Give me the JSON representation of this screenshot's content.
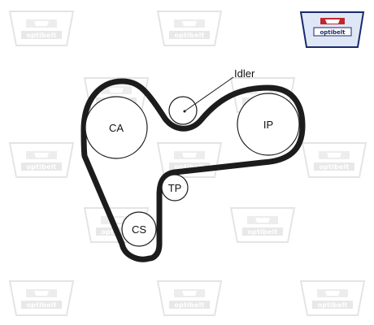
{
  "brand": {
    "name": "optibelt",
    "colors": {
      "logo_bg": "#dfe7f6",
      "logo_border": "#1a2a6c",
      "logo_accent": "#c0282e"
    }
  },
  "watermark": {
    "text": "optibelt",
    "color": "#e2e2e2"
  },
  "diagram": {
    "belt_color": "#1c1c1c",
    "pulleys": {
      "ca": {
        "label": "CA"
      },
      "ip": {
        "label": "IP"
      },
      "tp": {
        "label": "TP"
      },
      "cs": {
        "label": "CS"
      },
      "idler": {
        "label": ""
      }
    },
    "callout": {
      "label": "Idler"
    }
  }
}
